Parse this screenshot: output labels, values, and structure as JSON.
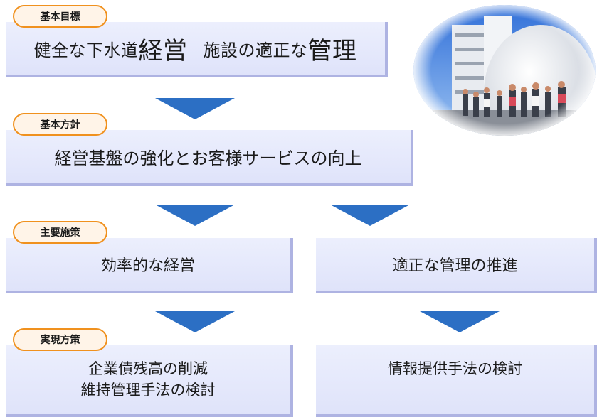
{
  "sections": {
    "goal": {
      "tag": "基本目標",
      "text_a": "健全な下水道",
      "text_b": "経営",
      "text_c": "施設の適正な",
      "text_d": "管理"
    },
    "policy": {
      "tag": "基本方針",
      "text": "経営基盤の強化とお客様サービスの向上"
    },
    "measures": {
      "tag": "主要施策",
      "left": "効率的な経営",
      "right": "適正な管理の推進"
    },
    "implementation": {
      "tag": "実現方策",
      "left_line1": "企業債残高の削減",
      "left_line2": "維持管理手法の検討",
      "right": "情報提供手法の検討"
    }
  },
  "colors": {
    "box_fill": "#e4e8fb",
    "box_shadow": "#aeb3e2",
    "tag_border": "#f0911e",
    "tag_fill": "#fff4e8",
    "arrow": "#2c6fc4"
  }
}
